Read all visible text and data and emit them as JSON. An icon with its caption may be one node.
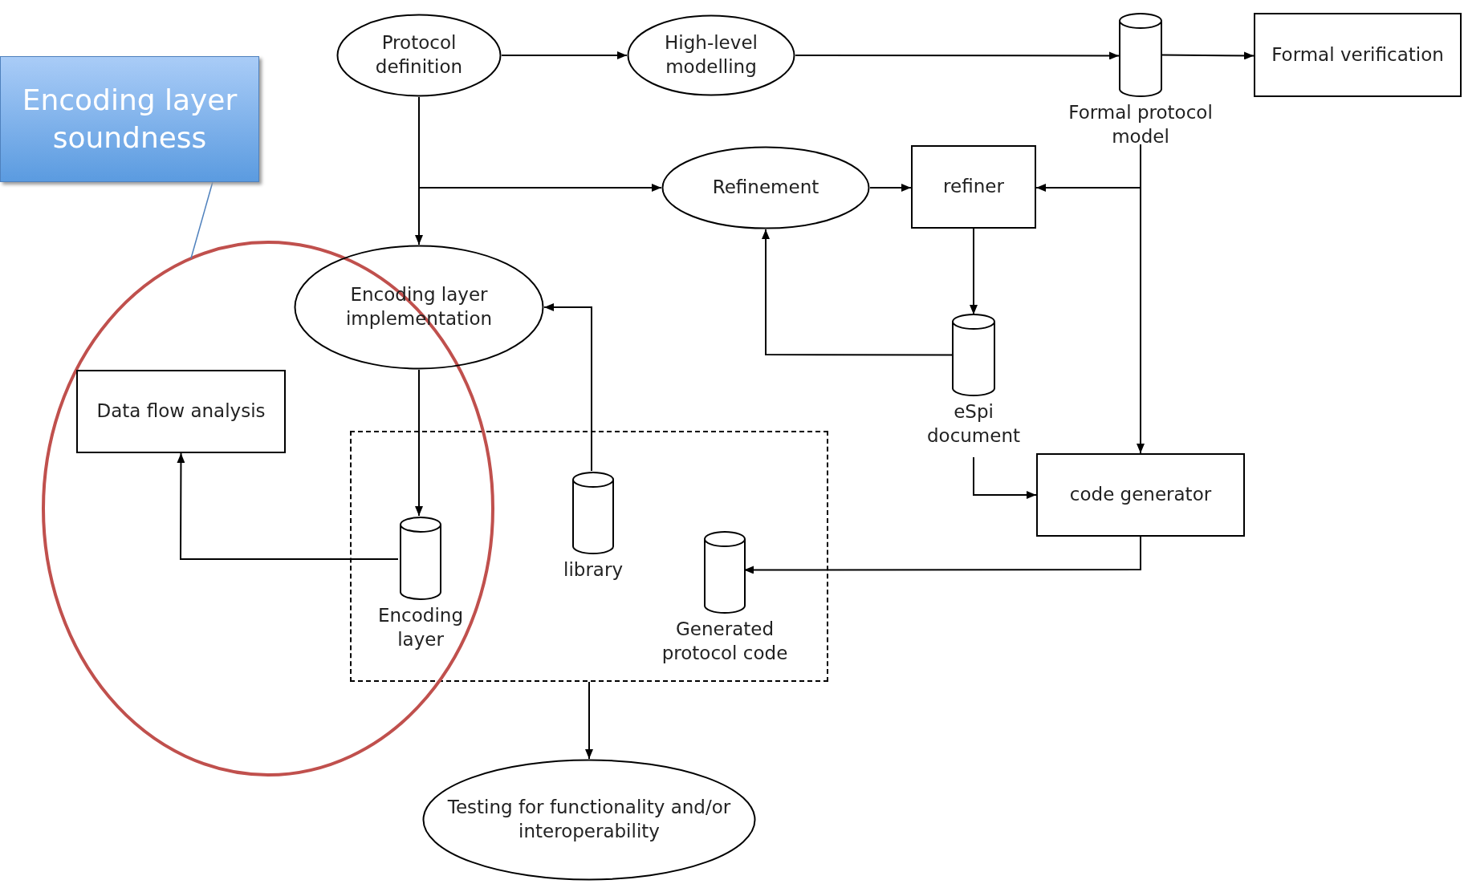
{
  "diagram": {
    "nodes": [
      {
        "text": [
          "Encoding layer soundness"
        ]
      },
      {
        "text": [
          "Protocol definition"
        ]
      },
      {
        "text": [
          "High-level modelling"
        ]
      },
      {
        "text": [
          "Formal protocol model"
        ]
      },
      {
        "text": [
          "Formal verification"
        ]
      },
      {
        "text": [
          "Refinement"
        ]
      },
      {
        "text": [
          "refiner"
        ]
      },
      {
        "text": [
          "Encoding layer implementation"
        ]
      },
      {
        "text": [
          "Data flow analysis"
        ]
      },
      {
        "text": [
          "eSpi document"
        ]
      },
      {
        "text": [
          "code generator"
        ]
      },
      {
        "text": [],
        "shape": "box"
      },
      {
        "text": [
          "Encoding layer"
        ],
        "in": 11
      },
      {
        "text": [
          "library"
        ],
        "in": 11
      },
      {
        "text": [
          "Generated protocol code"
        ],
        "in": 11
      },
      {
        "text": [
          "Testing for functionality and/or interoperability"
        ]
      }
    ],
    "edges": [
      {
        "from": 0,
        "to": null,
        "arrow": "none",
        "color": "#4f81bd"
      },
      {
        "from": 1,
        "to": 2,
        "arrow": "to"
      },
      {
        "from": 2,
        "to": 3,
        "arrow": "to"
      },
      {
        "from": 3,
        "to": 4,
        "arrow": "to"
      },
      {
        "from": 1,
        "to": 5,
        "arrow": "to"
      },
      {
        "from": 1,
        "to": 7,
        "arrow": "to"
      },
      {
        "from": 5,
        "to": 6,
        "arrow": "to"
      },
      {
        "from": 3,
        "to": 6,
        "arrow": "to"
      },
      {
        "from": 3,
        "to": 10,
        "arrow": "to"
      },
      {
        "from": 6,
        "to": 9,
        "arrow": "to"
      },
      {
        "from": 9,
        "to": 5,
        "arrow": "to"
      },
      {
        "from": 9,
        "to": 10,
        "arrow": "to"
      },
      {
        "from": 10,
        "to": 14,
        "arrow": "to"
      },
      {
        "from": 13,
        "to": 7,
        "arrow": "to"
      },
      {
        "from": 7,
        "to": 12,
        "arrow": "to"
      },
      {
        "from": 12,
        "to": 8,
        "arrow": "to"
      },
      {
        "from": 11,
        "to": 15,
        "arrow": "to"
      }
    ]
  }
}
